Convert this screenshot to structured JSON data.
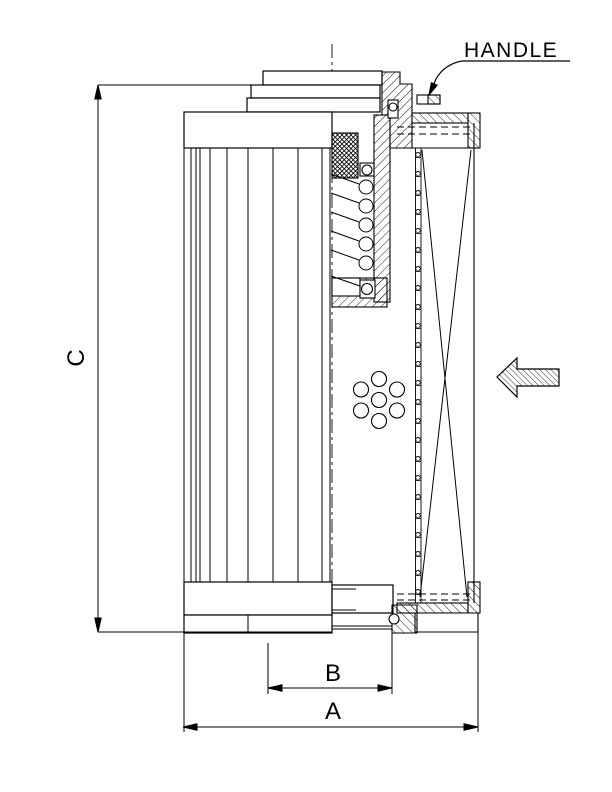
{
  "drawing": {
    "type": "technical-section-drawing",
    "colors": {
      "line": "#000000",
      "background": "#ffffff"
    },
    "callout": {
      "handle_label": "HANDLE"
    },
    "dimensions": {
      "a_label": "A",
      "b_label": "B",
      "c_label": "C"
    },
    "icons": {
      "flow_arrow": "flow-direction-arrow",
      "leader_arrow": "handle-leader-arrow"
    }
  }
}
